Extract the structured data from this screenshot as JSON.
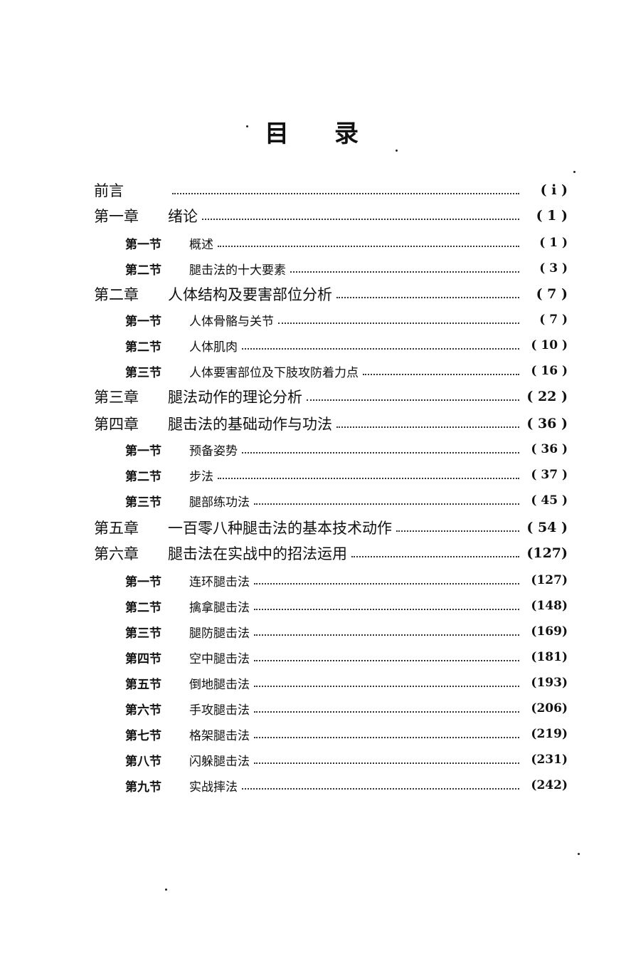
{
  "title": {
    "char1": "目",
    "char2": "录"
  },
  "entries": [
    {
      "type": "chapter",
      "num": "前言",
      "label": "",
      "page": "( i )"
    },
    {
      "type": "chapter",
      "num": "第一章",
      "label": "绪论",
      "page": "( 1 )"
    },
    {
      "type": "section",
      "num": "第一节",
      "label": "概述",
      "page": "( 1 )"
    },
    {
      "type": "section",
      "num": "第二节",
      "label": "腿击法的十大要素",
      "page": "( 3 )"
    },
    {
      "type": "chapter",
      "num": "第二章",
      "label": "人体结构及要害部位分析",
      "page": "( 7 )"
    },
    {
      "type": "section",
      "num": "第一节",
      "label": "人体骨骼与关节",
      "page": "( 7 )"
    },
    {
      "type": "section",
      "num": "第二节",
      "label": "人体肌肉",
      "page": "( 10 )"
    },
    {
      "type": "section",
      "num": "第三节",
      "label": "人体要害部位及下肢攻防着力点",
      "page": "( 16 )"
    },
    {
      "type": "chapter",
      "num": "第三章",
      "label": "腿法动作的理论分析",
      "page": "( 22 )"
    },
    {
      "type": "chapter",
      "num": "第四章",
      "label": "腿击法的基础动作与功法",
      "page": "( 36 )"
    },
    {
      "type": "section",
      "num": "第一节",
      "label": "预备姿势",
      "page": "( 36 )"
    },
    {
      "type": "section",
      "num": "第二节",
      "label": "步法",
      "page": "( 37 )"
    },
    {
      "type": "section",
      "num": "第三节",
      "label": "腿部练功法",
      "page": "( 45 )"
    },
    {
      "type": "chapter",
      "num": "第五章",
      "label": "一百零八种腿击法的基本技术动作",
      "page": "( 54 )"
    },
    {
      "type": "chapter",
      "num": "第六章",
      "label": "腿击法在实战中的招法运用",
      "page": "(127)"
    },
    {
      "type": "section",
      "num": "第一节",
      "label": "连环腿击法",
      "page": "(127)"
    },
    {
      "type": "section",
      "num": "第二节",
      "label": "擒拿腿击法",
      "page": "(148)"
    },
    {
      "type": "section",
      "num": "第三节",
      "label": "腿防腿击法",
      "page": "(169)"
    },
    {
      "type": "section",
      "num": "第四节",
      "label": "空中腿击法",
      "page": "(181)"
    },
    {
      "type": "section",
      "num": "第五节",
      "label": "倒地腿击法",
      "page": "(193)"
    },
    {
      "type": "section",
      "num": "第六节",
      "label": "手攻腿击法",
      "page": "(206)"
    },
    {
      "type": "section",
      "num": "第七节",
      "label": "格架腿击法",
      "page": "(219)"
    },
    {
      "type": "section",
      "num": "第八节",
      "label": "闪躲腿击法",
      "page": "(231)"
    },
    {
      "type": "section",
      "num": "第九节",
      "label": "实战摔法",
      "page": "(242)"
    }
  ]
}
